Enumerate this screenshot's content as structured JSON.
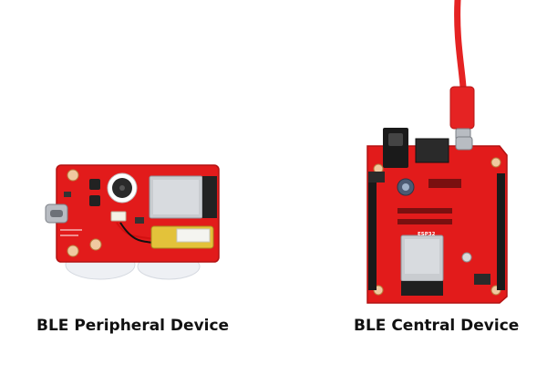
{
  "captions": {
    "left": "BLE Peripheral Device",
    "right": "BLE Central Device"
  },
  "board_labels": {
    "central_chip": "ESP32"
  },
  "colors": {
    "background": "#ffffff",
    "pcb_red": "#e21b1b",
    "pcb_dark": "#b31212",
    "cable_red": "#e52323",
    "module_silver": "#c9ccd0",
    "header_black": "#1a1a1a",
    "battery_yellow": "#e3c23a",
    "caption_text": "#111111"
  }
}
